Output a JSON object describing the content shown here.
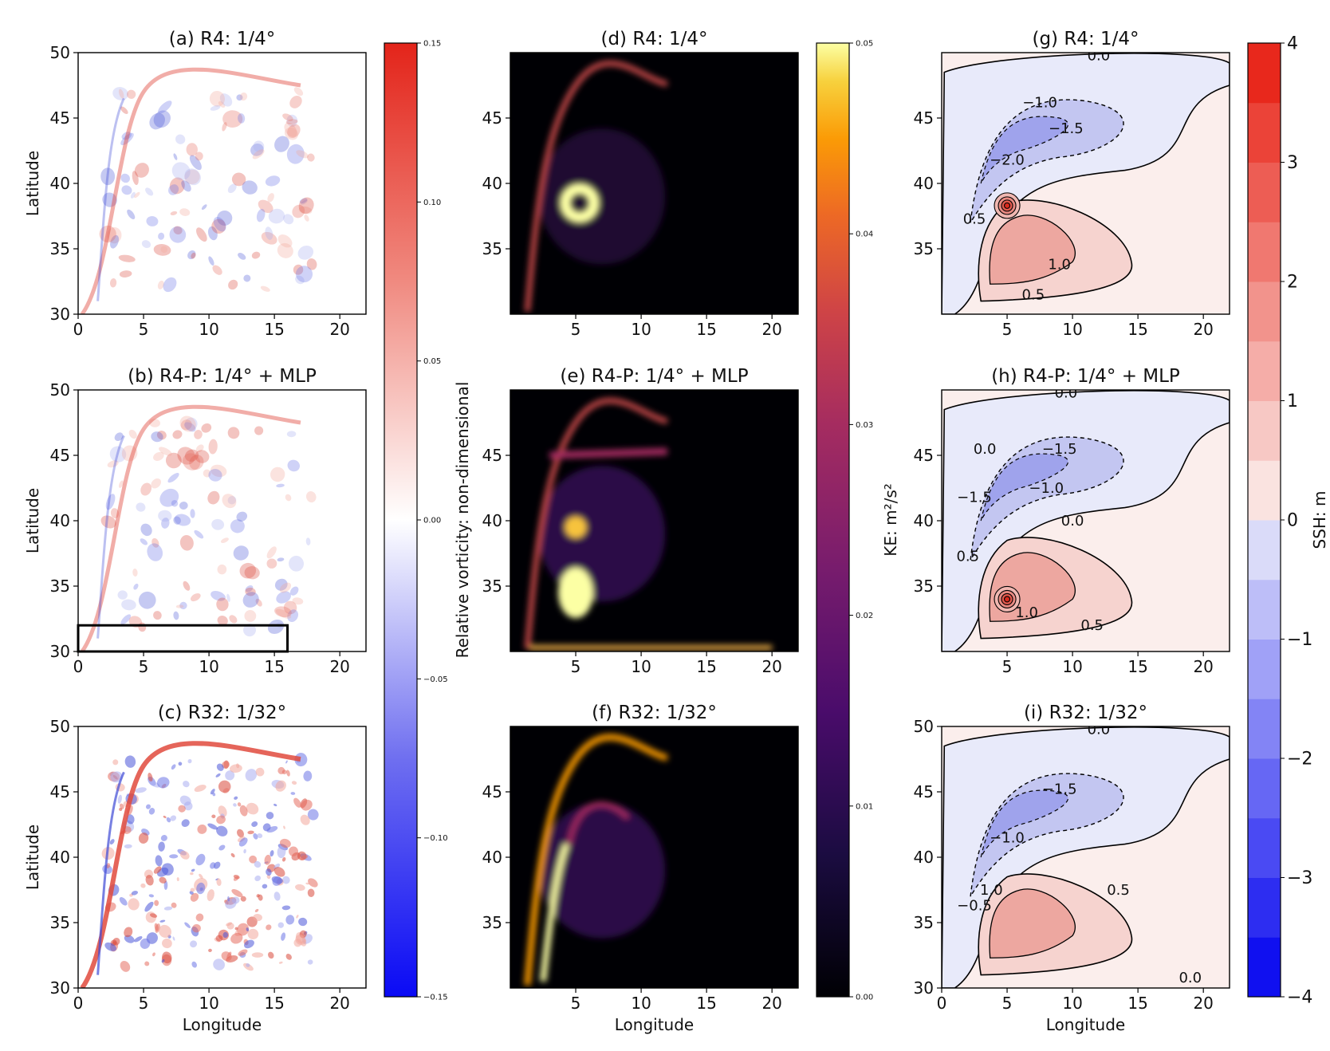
{
  "chart_data": [
    {
      "id": "a",
      "type": "heatmap",
      "title": "(a) R4: 1/4$^\\circ$",
      "title_text": "(a) R4: 1/4°",
      "ylabel": "Latitude",
      "xlabel": "",
      "xlim": [
        0,
        22
      ],
      "ylim": [
        30,
        50
      ],
      "xticks": [
        "0",
        "5",
        "10",
        "15",
        "20"
      ],
      "yticks": [
        "30",
        "35",
        "40",
        "45",
        "50"
      ],
      "field": "vorticity",
      "resolution": "coarse"
    },
    {
      "id": "b",
      "type": "heatmap",
      "title_text": "(b) R4-P: 1/4° + MLP",
      "ylabel": "Latitude",
      "xlabel": "",
      "xlim": [
        0,
        22
      ],
      "ylim": [
        30,
        50
      ],
      "xticks": [
        "0",
        "5",
        "10",
        "15",
        "20"
      ],
      "yticks": [
        "30",
        "35",
        "40",
        "45",
        "50"
      ],
      "field": "vorticity",
      "resolution": "coarse",
      "highlight_box": {
        "x": [
          0,
          16
        ],
        "y": [
          30,
          32
        ]
      }
    },
    {
      "id": "c",
      "type": "heatmap",
      "title_text": "(c) R32: 1/32°",
      "ylabel": "Latitude",
      "xlabel": "Longitude",
      "xlim": [
        0,
        22
      ],
      "ylim": [
        30,
        50
      ],
      "xticks": [
        "0",
        "5",
        "10",
        "15",
        "20"
      ],
      "yticks": [
        "30",
        "35",
        "40",
        "45",
        "50"
      ],
      "field": "vorticity",
      "resolution": "fine"
    },
    {
      "id": "d",
      "type": "heatmap",
      "title_text": "(d) R4: 1/4°",
      "ylabel": "",
      "xlabel": "",
      "xlim": [
        0,
        22
      ],
      "ylim": [
        30,
        50
      ],
      "xticks": [
        "5",
        "10",
        "15",
        "20"
      ],
      "yticks": [
        "35",
        "40",
        "45"
      ],
      "field": "ke",
      "resolution": "coarse"
    },
    {
      "id": "e",
      "type": "heatmap",
      "title_text": "(e) R4-P: 1/4° + MLP",
      "ylabel": "",
      "xlabel": "",
      "xlim": [
        0,
        22
      ],
      "ylim": [
        30,
        50
      ],
      "xticks": [
        "5",
        "10",
        "15",
        "20"
      ],
      "yticks": [
        "35",
        "40",
        "45"
      ],
      "field": "ke",
      "resolution": "coarse"
    },
    {
      "id": "f",
      "type": "heatmap",
      "title_text": "(f) R32: 1/32°",
      "ylabel": "",
      "xlabel": "Longitude",
      "xlim": [
        0,
        22
      ],
      "ylim": [
        30,
        50
      ],
      "xticks": [
        "5",
        "10",
        "15",
        "20"
      ],
      "yticks": [
        "35",
        "40",
        "45"
      ],
      "field": "ke",
      "resolution": "fine"
    },
    {
      "id": "g",
      "type": "contour",
      "title_text": "(g) R4: 1/4°",
      "ylabel": "",
      "xlabel": "",
      "xlim": [
        0,
        22
      ],
      "ylim": [
        30,
        50
      ],
      "xticks": [
        "5",
        "10",
        "15",
        "20"
      ],
      "yticks": [
        "35",
        "40",
        "45"
      ],
      "field": "ssh",
      "contour_labels": [
        "0.0",
        "-1.0",
        "-1.5",
        "-2.0",
        "0.5",
        "1.0",
        "0.5"
      ]
    },
    {
      "id": "h",
      "type": "contour",
      "title_text": "(h) R4-P: 1/4° + MLP",
      "ylabel": "",
      "xlabel": "",
      "xlim": [
        0,
        22
      ],
      "ylim": [
        30,
        50
      ],
      "xticks": [
        "5",
        "10",
        "15",
        "20"
      ],
      "yticks": [
        "35",
        "40",
        "45"
      ],
      "field": "ssh",
      "contour_labels": [
        "0.0",
        "0.0",
        "-1.5",
        "-1.5",
        "-1.0",
        "0.0",
        "0.5",
        "1.0",
        "0.5"
      ]
    },
    {
      "id": "i",
      "type": "contour",
      "title_text": "(i) R32: 1/32°",
      "ylabel": "",
      "xlabel": "Longitude",
      "xlim": [
        0,
        22
      ],
      "ylim": [
        30,
        50
      ],
      "xticks": [
        "0",
        "5",
        "10",
        "15",
        "20"
      ],
      "yticks": [
        "30",
        "35",
        "40",
        "45",
        "50"
      ],
      "field": "ssh",
      "contour_labels": [
        "0.0",
        "-1.5",
        "-1.0",
        "-0.5",
        "1.0",
        "0.5",
        "0.0"
      ]
    }
  ],
  "colorbars": [
    {
      "id": "vort",
      "label": "Relative vorticity: non-dimensional",
      "range": [
        -0.15,
        0.15
      ],
      "ticks": [
        "0.15",
        "0.10",
        "0.05",
        "0.00",
        "−0.05",
        "−0.10",
        "−0.15"
      ],
      "colormap": "bwr",
      "colors": {
        "low": "#1010f0",
        "mid": "#ffffff",
        "high": "#e8281c"
      }
    },
    {
      "id": "ke",
      "label": "KE: m²/s²",
      "range": [
        0.0,
        0.05
      ],
      "ticks": [
        "0.05",
        "0.04",
        "0.03",
        "0.02",
        "0.01",
        "0.00"
      ],
      "colormap": "inferno",
      "colors": {
        "low": "#000004",
        "mid": "#b5367a",
        "high": "#fcffa4"
      }
    },
    {
      "id": "ssh",
      "label": "SSH: m",
      "range": [
        -4,
        4
      ],
      "ticks": [
        "4",
        "3",
        "2",
        "1",
        "0",
        "−1",
        "−2",
        "−3",
        "−4"
      ],
      "colormap": "bwr-discrete",
      "colors": {
        "low": "#1010f0",
        "mid": "#fbf0ee",
        "high": "#e8281c"
      }
    }
  ]
}
